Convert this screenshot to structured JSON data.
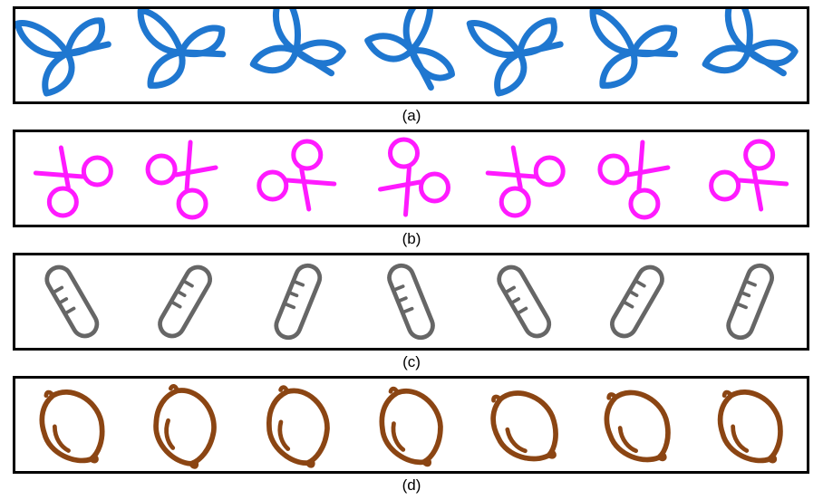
{
  "rows": [
    {
      "id": "a",
      "caption": "(a)",
      "icon": "trefoil-knot-icon",
      "color": "#1f77d0",
      "rotations": [
        0,
        15,
        45,
        75,
        0,
        15,
        45
      ]
    },
    {
      "id": "b",
      "caption": "(b)",
      "icon": "scissors-icon",
      "color": "#ff1aff",
      "rotations": [
        0,
        90,
        180,
        270,
        0,
        90,
        180
      ]
    },
    {
      "id": "c",
      "caption": "(c)",
      "icon": "ruler-icon",
      "color": "#666666",
      "rotations": [
        -30,
        30,
        22,
        -22,
        -30,
        30,
        22
      ]
    },
    {
      "id": "d",
      "caption": "(d)",
      "icon": "lemon-icon",
      "color": "#8b4513",
      "rotations": [
        0,
        20,
        15,
        10,
        -10,
        -5,
        0
      ]
    }
  ]
}
